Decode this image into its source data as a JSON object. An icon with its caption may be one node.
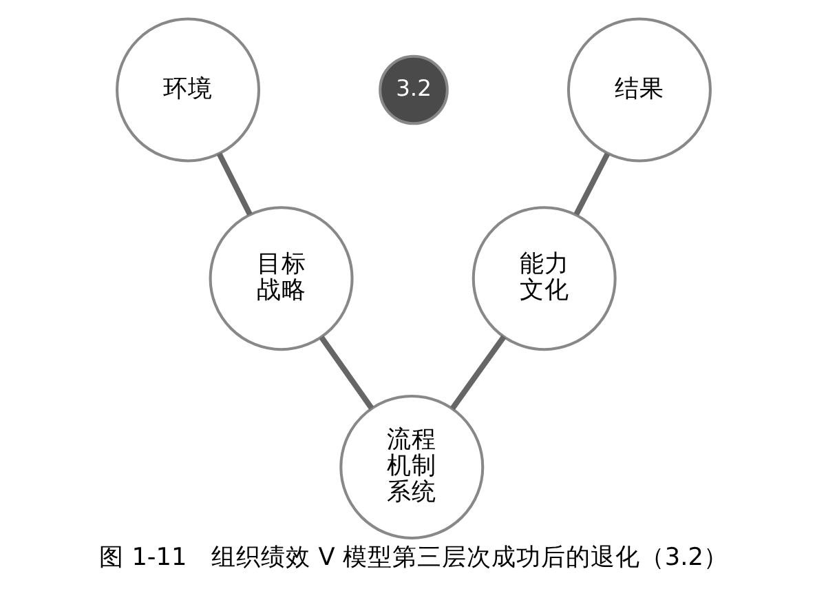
{
  "diagram": {
    "caption": "图 1-11　组织绩效 V 模型第三层次成功后的退化（3.2）",
    "nodes": [
      {
        "text": [
          "环境"
        ]
      },
      {
        "text": [
          "3.2"
        ]
      },
      {
        "text": [
          "结果"
        ]
      },
      {
        "text": [
          "目标战略"
        ]
      },
      {
        "text": [
          "能力文化"
        ]
      },
      {
        "text": [
          "流程机制系统"
        ]
      }
    ],
    "edges": [
      {
        "from": 0,
        "to": 3,
        "arrow": "none"
      },
      {
        "from": 3,
        "to": 5,
        "arrow": "none"
      },
      {
        "from": 5,
        "to": 4,
        "arrow": "none"
      },
      {
        "from": 4,
        "to": 2,
        "arrow": "none"
      }
    ]
  }
}
